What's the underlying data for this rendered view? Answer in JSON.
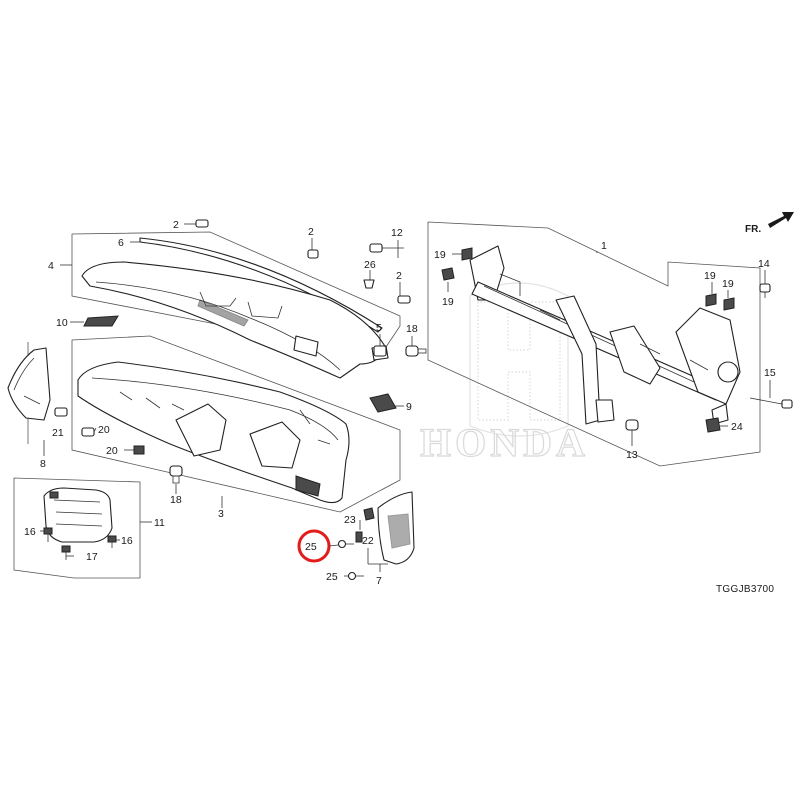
{
  "diagram": {
    "diagram_code": "TGGJB3700",
    "direction_label": "FR.",
    "brand_watermark": "HONDA",
    "highlighted_part": "25",
    "callouts": {
      "c1": "1",
      "c2a": "2",
      "c2b": "2",
      "c2c": "2",
      "c3": "3",
      "c4": "4",
      "c5": "5",
      "c6": "6",
      "c7": "7",
      "c8": "8",
      "c9": "9",
      "c10": "10",
      "c11": "11",
      "c12": "12",
      "c13": "13",
      "c14": "14",
      "c15": "15",
      "c16a": "16",
      "c16b": "16",
      "c17": "17",
      "c18a": "18",
      "c18b": "18",
      "c19a": "19",
      "c19b": "19",
      "c19c": "19",
      "c19d": "19",
      "c20a": "20",
      "c20b": "20",
      "c21": "21",
      "c22": "22",
      "c23": "23",
      "c24": "24",
      "c25a": "25",
      "c25b": "25",
      "c26": "26"
    }
  }
}
